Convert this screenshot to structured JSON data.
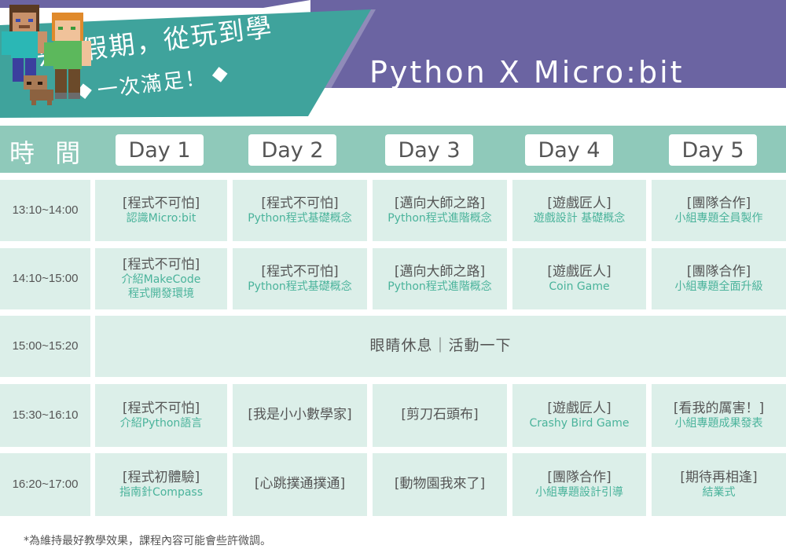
{
  "header": {
    "slogan_line1": "今年假期，從玩到學",
    "slogan_line2": "一次滿足！",
    "course_title": "Python X Micro:bit",
    "colors": {
      "teal": "#3fa39c",
      "purple": "#6b64a2",
      "band": "#8fc9ba",
      "cell": "#dcefe9",
      "accent_text": "#4ab39b"
    }
  },
  "table": {
    "time_label": "時 間",
    "days": [
      "Day 1",
      "Day 2",
      "Day 3",
      "Day 4",
      "Day 5"
    ],
    "slots": [
      {
        "time": "13:10~14:00",
        "cells": [
          {
            "title": "[程式不可怕]",
            "subtitle": [
              "認識Micro:bit"
            ]
          },
          {
            "title": "[程式不可怕]",
            "subtitle": [
              "Python程式基礎概念"
            ]
          },
          {
            "title": "[邁向大師之路]",
            "subtitle": [
              "Python程式進階概念"
            ]
          },
          {
            "title": "[遊戲匠人]",
            "subtitle": [
              "遊戲設計 基礎概念"
            ]
          },
          {
            "title": "[團隊合作]",
            "subtitle": [
              "小組專題全員製作"
            ]
          }
        ]
      },
      {
        "time": "14:10~15:00",
        "cells": [
          {
            "title": "[程式不可怕]",
            "subtitle": [
              "介紹MakeCode",
              "程式開發環境"
            ]
          },
          {
            "title": "[程式不可怕]",
            "subtitle": [
              "Python程式基礎概念"
            ]
          },
          {
            "title": "[邁向大師之路]",
            "subtitle": [
              "Python程式進階概念"
            ]
          },
          {
            "title": "[遊戲匠人]",
            "subtitle": [
              "Coin Game"
            ]
          },
          {
            "title": "[團隊合作]",
            "subtitle": [
              "小組專題全面升級"
            ]
          }
        ]
      },
      {
        "time": "15:00~15:20",
        "break_text": "眼睛休息｜活動一下"
      },
      {
        "time": "15:30~16:10",
        "cells": [
          {
            "title": "[程式不可怕]",
            "subtitle": [
              "介紹Python語言"
            ]
          },
          {
            "title": "[我是小小數學家]",
            "subtitle": []
          },
          {
            "title": "[剪刀石頭布]",
            "subtitle": []
          },
          {
            "title": "[遊戲匠人]",
            "subtitle": [
              "Crashy Bird Game"
            ]
          },
          {
            "title": "[看我的厲害！]",
            "subtitle": [
              "小組專題成果發表"
            ]
          }
        ]
      },
      {
        "time": "16:20~17:00",
        "cells": [
          {
            "title": "[程式初體驗]",
            "subtitle": [
              "指南針Compass"
            ]
          },
          {
            "title": "[心跳撲通撲通]",
            "subtitle": []
          },
          {
            "title": "[動物園我來了]",
            "subtitle": []
          },
          {
            "title": "[團隊合作]",
            "subtitle": [
              "小組專題設計引導"
            ]
          },
          {
            "title": "[期待再相逢]",
            "subtitle": [
              "結業式"
            ]
          }
        ]
      }
    ]
  },
  "footnote": "*為維持最好教學效果，課程內容可能會些許微調。",
  "icons": {
    "mascot": "minecraft-characters-icon",
    "bullet": "diamond-icon"
  }
}
